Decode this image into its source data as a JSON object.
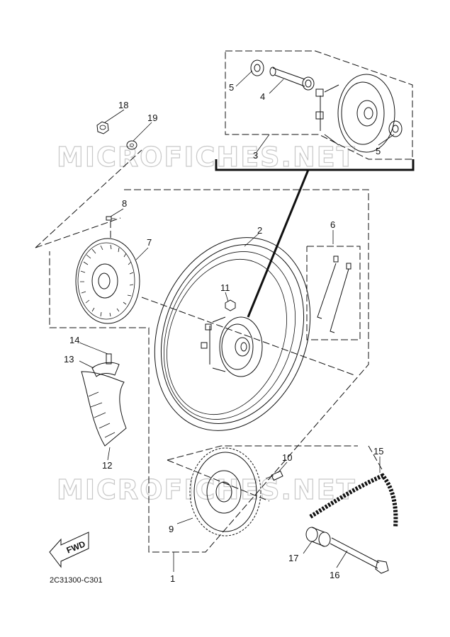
{
  "diagram": {
    "watermark_top": "MICROFICHES.NET",
    "watermark_bottom": "MICROFICHES.NET",
    "figure_code": "2C31300-C301",
    "fwd_label": "FWD",
    "callouts": {
      "p1": "1",
      "p2": "2",
      "p3": "3",
      "p4": "4",
      "p5a": "5",
      "p5b": "5",
      "p6": "6",
      "p7": "7",
      "p8": "8",
      "p9": "9",
      "p10": "10",
      "p11": "11",
      "p12": "12",
      "p13": "13",
      "p14": "14",
      "p15": "15",
      "p16": "16",
      "p17": "17",
      "p18": "18",
      "p19": "19"
    }
  }
}
